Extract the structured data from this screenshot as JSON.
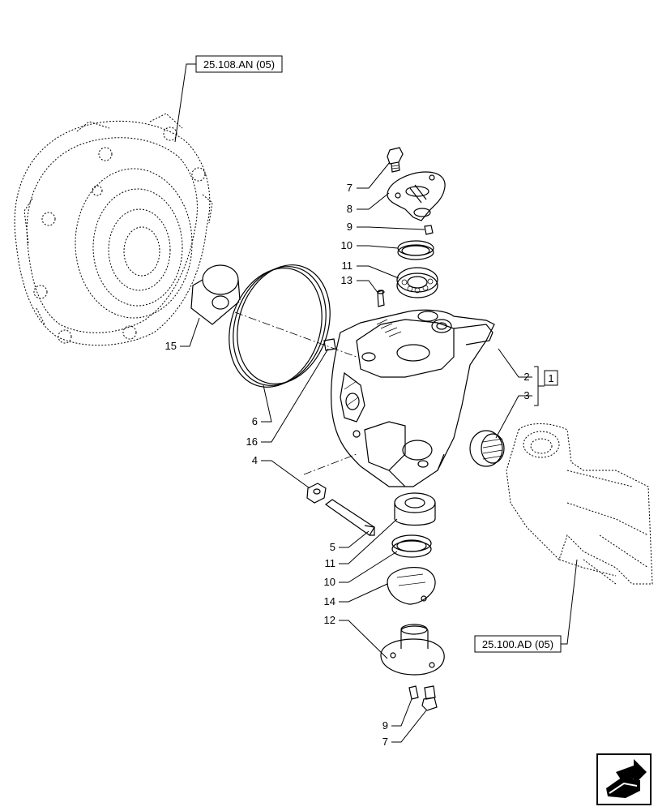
{
  "references": {
    "top": "25.108.AN (05)",
    "bottom": "25.100.AD (05)",
    "boxed_number": "1"
  },
  "callouts": {
    "c7a": "7",
    "c8": "8",
    "c9a": "9",
    "c10a": "10",
    "c11a": "11",
    "c13": "13",
    "c15": "15",
    "c2": "2",
    "c3": "3",
    "c6": "6",
    "c16": "16",
    "c4": "4",
    "c5": "5",
    "c11b": "11",
    "c10b": "10",
    "c14": "14",
    "c12": "12",
    "c9b": "9",
    "c7b": "7"
  },
  "icons": {
    "corner": "next-page-arrow-icon"
  }
}
